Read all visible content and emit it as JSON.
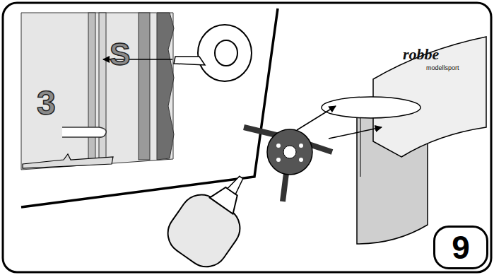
{
  "diagram": {
    "nodes": [
      {
        "text": [
          "9"
        ]
      }
    ],
    "labels": [
      "3",
      "S",
      "robbe",
      "modellsport"
    ]
  }
}
